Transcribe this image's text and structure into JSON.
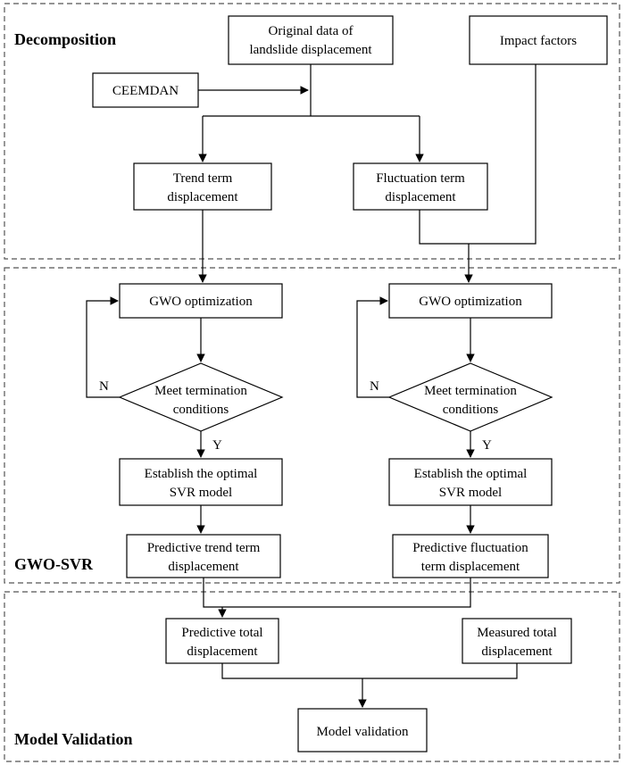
{
  "sections": {
    "decomposition": "Decomposition",
    "gwo_svr": "GWO-SVR",
    "model_validation": "Model Validation"
  },
  "nodes": {
    "original_data": [
      "Original data of",
      "landslide displacement"
    ],
    "ceemdan": [
      "CEEMDAN"
    ],
    "impact_factors": [
      "Impact factors"
    ],
    "trend_term": [
      "Trend term",
      "displacement"
    ],
    "fluctuation_term": [
      "Fluctuation term",
      "displacement"
    ],
    "gwo_left": [
      "GWO optimization"
    ],
    "gwo_right": [
      "GWO optimization"
    ],
    "meet_left": [
      "Meet termination",
      "conditions"
    ],
    "meet_right": [
      "Meet termination",
      "conditions"
    ],
    "svr_left": [
      "Establish the optimal",
      "SVR model"
    ],
    "svr_right": [
      "Establish the optimal",
      "SVR model"
    ],
    "pred_trend": [
      "Predictive trend term",
      "displacement"
    ],
    "pred_fluct": [
      "Predictive fluctuation",
      "term displacement"
    ],
    "pred_total": [
      "Predictive total",
      "displacement"
    ],
    "measured_total": [
      "Measured total",
      "displacement"
    ],
    "model_validation": [
      "Model validation"
    ]
  },
  "labels": {
    "no": "N",
    "yes": "Y"
  }
}
